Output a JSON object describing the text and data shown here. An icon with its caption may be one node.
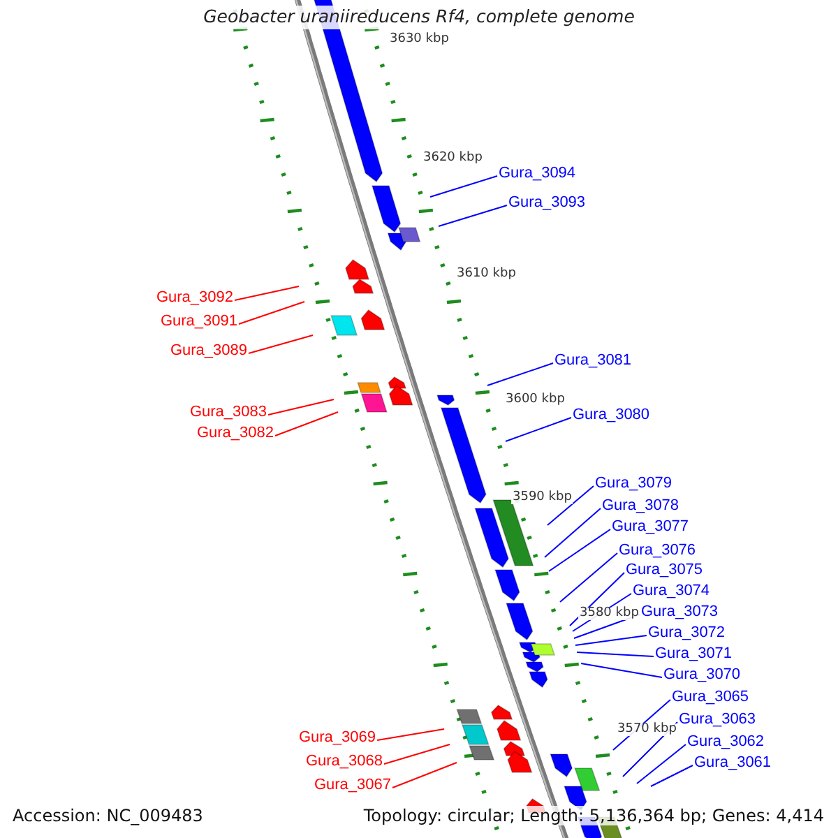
{
  "diagram": {
    "title": "Geobacter uraniireducens Rf4, complete genome",
    "nodes": [
      {
        "text": [
          "Gura_3094"
        ]
      },
      {
        "text": [
          "Gura_3093"
        ]
      },
      {
        "text": [
          "Gura_3092"
        ]
      },
      {
        "text": [
          "Gura_3091"
        ]
      },
      {
        "text": [
          "Gura_3089"
        ]
      },
      {
        "text": [
          "Gura_3081"
        ]
      },
      {
        "text": [
          "Gura_3083"
        ]
      },
      {
        "text": [
          "Gura_3080"
        ]
      },
      {
        "text": [
          "Gura_3082"
        ]
      },
      {
        "text": [
          "Gura_3079"
        ]
      },
      {
        "text": [
          "Gura_3078"
        ]
      },
      {
        "text": [
          "Gura_3077"
        ]
      },
      {
        "text": [
          "Gura_3076"
        ]
      },
      {
        "text": [
          "Gura_3075"
        ]
      },
      {
        "text": [
          "Gura_3074"
        ]
      },
      {
        "text": [
          "Gura_3073"
        ]
      },
      {
        "text": [
          "Gura_3072"
        ]
      },
      {
        "text": [
          "Gura_3071"
        ]
      },
      {
        "text": [
          "Gura_3070"
        ]
      },
      {
        "text": [
          "Gura_3065"
        ]
      },
      {
        "text": [
          "Gura_3063"
        ]
      },
      {
        "text": [
          "Gura_3069"
        ]
      },
      {
        "text": [
          "Gura_3062"
        ]
      },
      {
        "text": [
          "Gura_3068"
        ]
      },
      {
        "text": [
          "Gura_3061"
        ]
      },
      {
        "text": [
          "Gura_3067"
        ]
      }
    ],
    "edges": [
      {
        "from": 0,
        "to": null,
        "arrow": "none"
      },
      {
        "from": 1,
        "to": null,
        "arrow": "none"
      },
      {
        "from": 2,
        "to": null,
        "arrow": "none",
        "color": "#ff0000"
      },
      {
        "from": 3,
        "to": null,
        "arrow": "none",
        "color": "#ff0000"
      },
      {
        "from": 4,
        "to": null,
        "arrow": "none",
        "color": "#ff0000"
      },
      {
        "from": 5,
        "to": null,
        "arrow": "none"
      },
      {
        "from": 6,
        "to": null,
        "arrow": "none",
        "color": "#ff0000"
      },
      {
        "from": 7,
        "to": null,
        "arrow": "none"
      },
      {
        "from": 8,
        "to": null,
        "arrow": "none",
        "color": "#ff0000"
      },
      {
        "from": 9,
        "to": null,
        "arrow": "none"
      },
      {
        "from": 10,
        "to": null,
        "arrow": "none"
      },
      {
        "from": 11,
        "to": null,
        "arrow": "none"
      },
      {
        "from": 12,
        "to": null,
        "arrow": "none"
      },
      {
        "from": 13,
        "to": null,
        "arrow": "none"
      },
      {
        "from": 14,
        "to": null,
        "arrow": "none"
      },
      {
        "from": 15,
        "to": null,
        "arrow": "none"
      },
      {
        "from": 16,
        "to": null,
        "arrow": "none"
      },
      {
        "from": 17,
        "to": null,
        "arrow": "none"
      },
      {
        "from": 18,
        "to": null,
        "arrow": "none"
      },
      {
        "from": 19,
        "to": null,
        "arrow": "none"
      },
      {
        "from": 20,
        "to": null,
        "arrow": "none"
      },
      {
        "from": 21,
        "to": null,
        "arrow": "none",
        "color": "#ff0000"
      },
      {
        "from": 22,
        "to": null,
        "arrow": "none"
      },
      {
        "from": 23,
        "to": null,
        "arrow": "none",
        "color": "#ff0000"
      },
      {
        "from": 24,
        "to": null,
        "arrow": "none"
      },
      {
        "from": 25,
        "to": null,
        "arrow": "none",
        "color": "#ff0000"
      }
    ],
    "labels": [
      "3630 kbp",
      "3620 kbp",
      "3610 kbp",
      "3600 kbp",
      "3590 kbp",
      "3580 kbp",
      "3570 kbp",
      "Accession: NC_009483",
      "Topology: circular; Length: 5,136,364 bp; Genes: 4,414"
    ]
  }
}
